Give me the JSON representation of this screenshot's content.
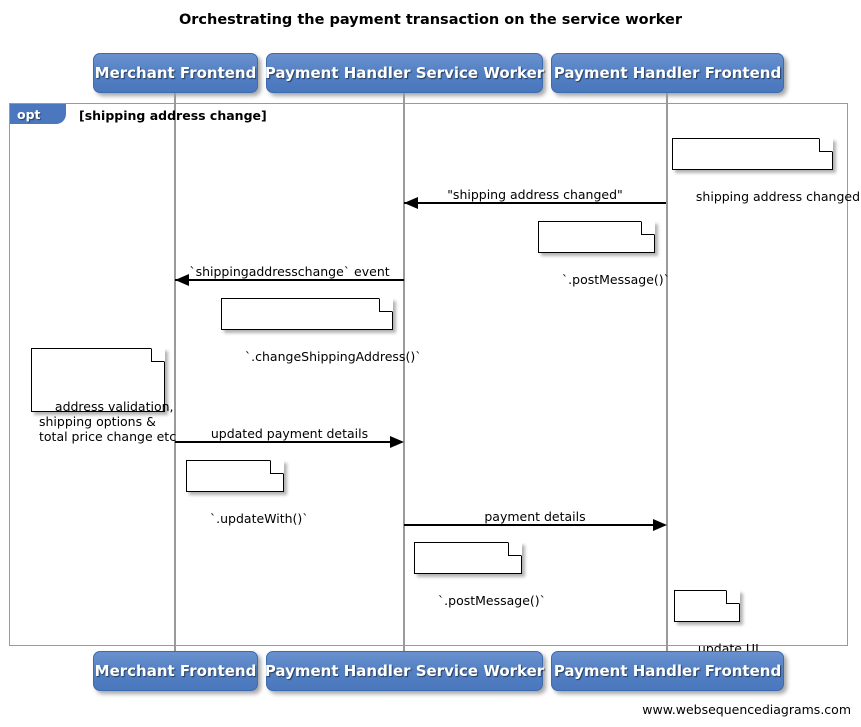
{
  "title": "Orchestrating the payment transaction on the service worker",
  "actors": [
    {
      "name": "Merchant Frontend",
      "label": "Merchant Frontend"
    },
    {
      "name": "Payment Handler Service Worker",
      "label": "Payment Handler Service Worker"
    },
    {
      "name": "Payment Handler Frontend",
      "label": "Payment Handler Frontend"
    }
  ],
  "fragment": {
    "type_label": "opt",
    "condition": "[shipping address change]"
  },
  "messages": [
    {
      "label": "\"shipping address changed\"",
      "from": "Payment Handler Frontend",
      "to": "Payment Handler Service Worker",
      "direction": "left"
    },
    {
      "label": "`shippingaddresschange` event",
      "from": "Payment Handler Service Worker",
      "to": "Merchant Frontend",
      "direction": "left"
    },
    {
      "label": "updated payment details",
      "from": "Merchant Frontend",
      "to": "Payment Handler Service Worker",
      "direction": "right"
    },
    {
      "label": "payment details",
      "from": "Payment Handler Service Worker",
      "to": "Payment Handler Frontend",
      "direction": "right"
    }
  ],
  "notes": [
    {
      "id": "note-shipping-address-changed",
      "text": "shipping address changed",
      "over": "Payment Handler Frontend"
    },
    {
      "id": "note-post-message-1",
      "text": "`.postMessage()`",
      "over": "Payment Handler Frontend"
    },
    {
      "id": "note-change-shipping-address",
      "text": "`.changeShippingAddress()`",
      "over": "Payment Handler Service Worker"
    },
    {
      "id": "note-address-validation",
      "text": "address validation,\nshipping options &\ntotal price change etc",
      "over": "Merchant Frontend"
    },
    {
      "id": "note-update-with",
      "text": "`.updateWith()`",
      "over": "Merchant Frontend"
    },
    {
      "id": "note-post-message-2",
      "text": "`.postMessage()`",
      "over": "Payment Handler Service Worker"
    },
    {
      "id": "note-update-ui",
      "text": "update UI",
      "over": "Payment Handler Frontend"
    }
  ],
  "footer": {
    "credit": "www.websequencediagrams.com"
  },
  "colors": {
    "actor_fill": "#5582c4",
    "actor_border": "#3c6bb0",
    "actor_text": "#ffffff",
    "fragment_tab": "#4a77bd",
    "line": "#000000",
    "lifeline": "#9a9a9a",
    "background": "#ffffff"
  }
}
